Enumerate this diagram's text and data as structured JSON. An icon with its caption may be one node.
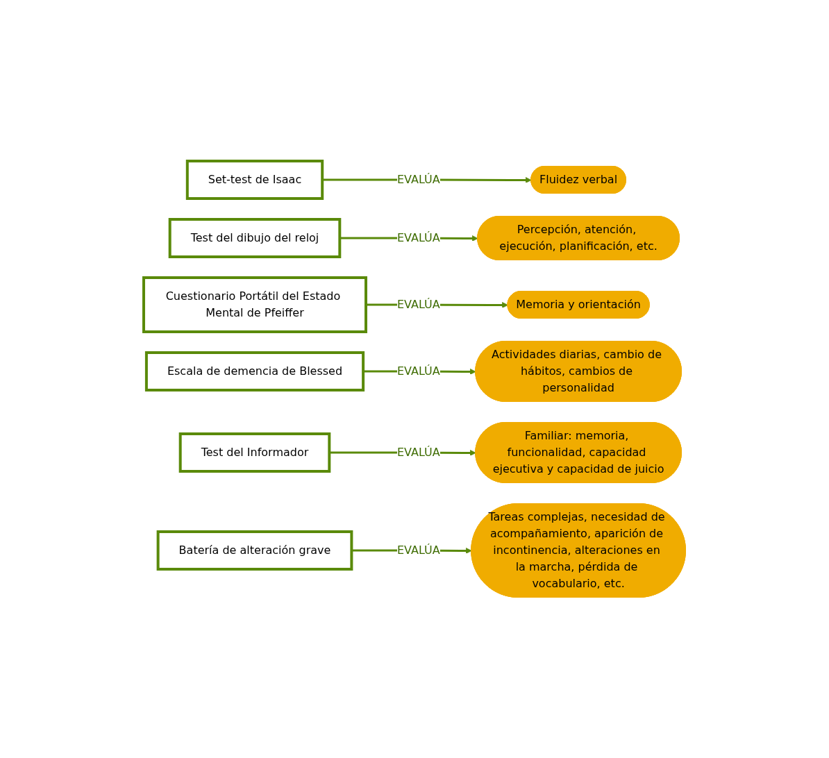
{
  "diagram": {
    "nodes": [
      {
        "text": [
          "Set-test de Isaac"
        ]
      },
      {
        "text": [
          "Fluidez verbal"
        ]
      },
      {
        "text": [
          "Test del dibujo del reloj"
        ]
      },
      {
        "text": [
          "Percepción, atención, ejecución, planificación, etc."
        ]
      },
      {
        "text": [
          "Cuestionario Portátil del Estado Mental de Pfeiffer"
        ]
      },
      {
        "text": [
          "Memoria y orientación"
        ]
      },
      {
        "text": [
          "Escala de demencia de Blessed"
        ]
      },
      {
        "text": [
          "Actividades diarias, cambio de hábitos, cambios de personalidad"
        ]
      },
      {
        "text": [
          "Test del Informador"
        ]
      },
      {
        "text": [
          "Familiar: memoria, funcionalidad, capacidad ejecutiva y capacidad de juicio"
        ]
      },
      {
        "text": [
          "Batería de alteración grave"
        ]
      },
      {
        "text": [
          "Tareas complejas, necesidad de acompañamiento, aparición de incontinencia, alteraciones en la marcha, pérdida de vocabulario, etc."
        ]
      }
    ],
    "edges": [
      {
        "from": 0,
        "to": 1,
        "arrow": "to",
        "label": "EVALÚA"
      },
      {
        "from": 2,
        "to": 3,
        "arrow": "to",
        "label": "EVALÚA"
      },
      {
        "from": 4,
        "to": 5,
        "arrow": "to",
        "label": "EVALÚA"
      },
      {
        "from": 6,
        "to": 7,
        "arrow": "to",
        "label": "EVALÚA"
      },
      {
        "from": 8,
        "to": 9,
        "arrow": "to",
        "label": "EVALÚA"
      },
      {
        "from": 10,
        "to": 11,
        "arrow": "to",
        "label": "EVALÚA"
      }
    ]
  }
}
